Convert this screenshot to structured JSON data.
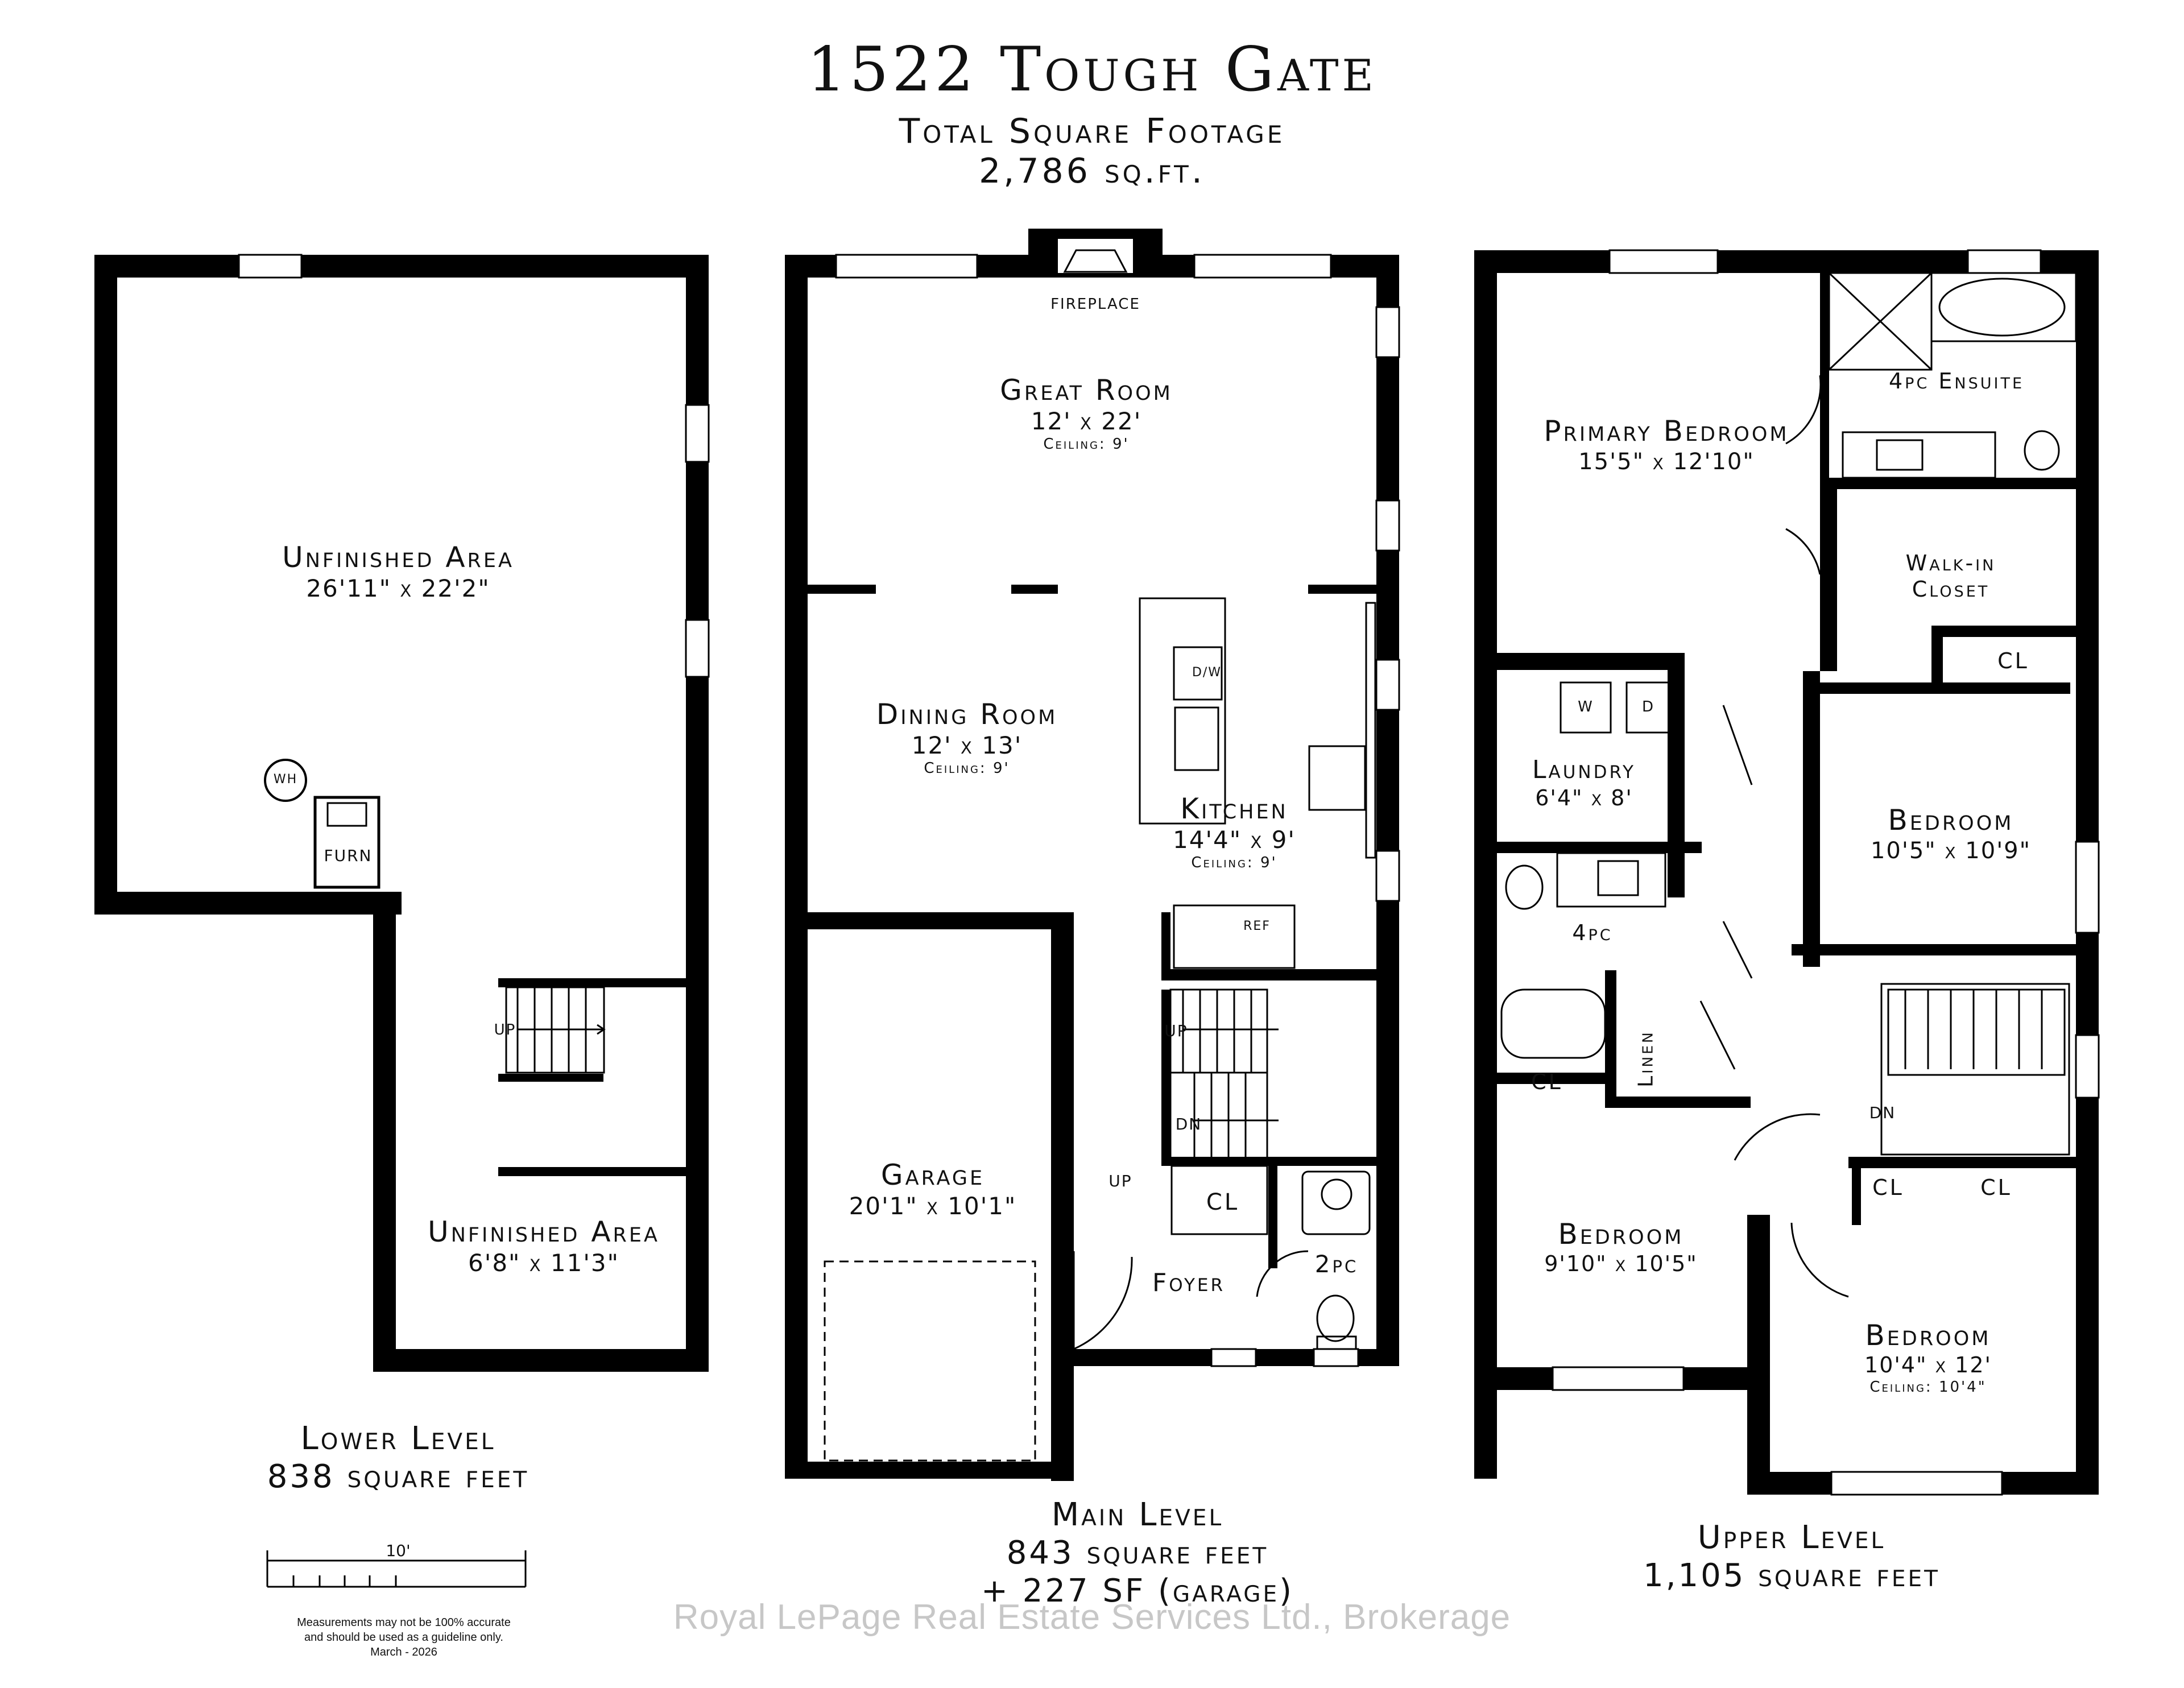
{
  "header": {
    "title": "1522 Tough Gate",
    "subtitle": "Total Square Footage",
    "total": "2,786 sq.ft."
  },
  "lower_level": {
    "rooms": [
      {
        "name": "Unfinished Area",
        "dims": "26'11\" x 22'2\""
      },
      {
        "name": "Unfinished Area",
        "dims": "6'8\" x 11'3\""
      }
    ],
    "fixtures": {
      "wh": "WH",
      "furn": "FURN",
      "up": "UP"
    },
    "level_name": "Lower Level",
    "level_area": "838 square feet"
  },
  "main_level": {
    "fireplace": "FIREPLACE",
    "rooms": [
      {
        "name": "Great Room",
        "dims": "12' x 22'",
        "ceiling": "Ceiling: 9'"
      },
      {
        "name": "Dining Room",
        "dims": "12' x 13'",
        "ceiling": "Ceiling: 9'"
      },
      {
        "name": "Kitchen",
        "dims": "14'4\" x 9'",
        "ceiling": "Ceiling: 9'"
      },
      {
        "name": "Garage",
        "dims": "20'1\" x 10'1\""
      },
      {
        "name": "Foyer"
      },
      {
        "name": "2pc"
      },
      {
        "name": "CL"
      }
    ],
    "fixtures": {
      "dw": "D/W",
      "ref": "REF",
      "up": "UP",
      "dn": "DN",
      "up2": "UP"
    },
    "level_name": "Main Level",
    "level_area": "843 square feet",
    "garage_area": "+ 227 SF (garage)"
  },
  "upper_level": {
    "rooms": [
      {
        "name": "Primary Bedroom",
        "dims": "15'5\" x 12'10\""
      },
      {
        "name": "4pc Ensuite"
      },
      {
        "name": "Walk-in Closet"
      },
      {
        "name": "Laundry",
        "dims": "6'4\" x 8'"
      },
      {
        "name": "Bedroom",
        "dims": "10'5\" x 10'9\""
      },
      {
        "name": "4pc"
      },
      {
        "name": "Linen"
      },
      {
        "name": "Bedroom",
        "dims": "9'10\" x 10'5\""
      },
      {
        "name": "Bedroom",
        "dims": "10'4\" x 12'",
        "ceiling": "Ceiling: 10'4\""
      },
      {
        "name": "CL"
      },
      {
        "name": "CL"
      },
      {
        "name": "CL"
      },
      {
        "name": "CL"
      }
    ],
    "fixtures": {
      "w": "W",
      "d": "D",
      "dn": "DN"
    },
    "level_name": "Upper Level",
    "level_area": "1,105 square feet"
  },
  "scale": {
    "label": "10'"
  },
  "disclaimer": {
    "line1": "Measurements may not be 100% accurate",
    "line2": "and should be used as a guideline only.",
    "line3": "March - 2026"
  },
  "watermark": "Royal LePage Real Estate Services Ltd., Brokerage"
}
